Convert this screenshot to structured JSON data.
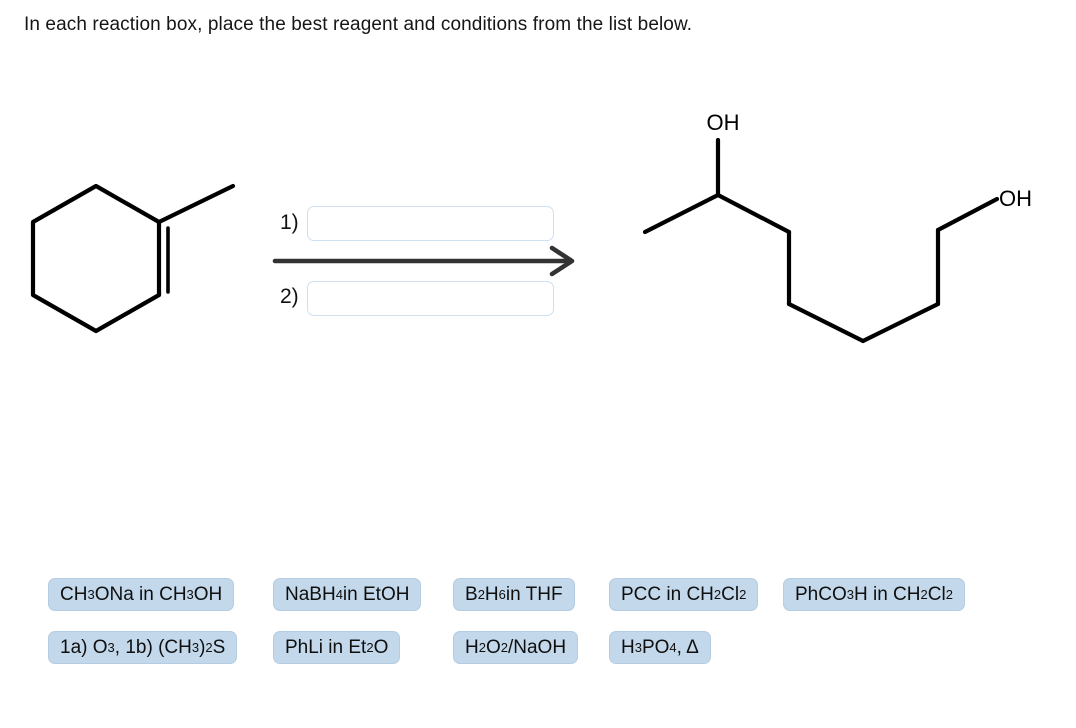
{
  "prompt": "In each reaction box, place the best reagent and conditions from the list below.",
  "reaction": {
    "step1_label": "1)",
    "step2_label": "2)",
    "step1_value": "",
    "step2_value": "",
    "arrow": "reaction-arrow-right",
    "reactant_name": "1-methylcyclohexene",
    "product_name": "heptane-1,6-diol",
    "labels": {
      "product_oh_left": "OH",
      "product_oh_right": "OH"
    }
  },
  "reagent_bank": {
    "rows": [
      [
        {
          "html": "CH<sub>3</sub>ONa in CH<sub>3</sub>OH",
          "name": "reagent-chip-ch3ona-ch3oh"
        },
        {
          "html": "NaBH<sub>4</sub> in EtOH",
          "name": "reagent-chip-nabh4-etoh"
        },
        {
          "html": "B<sub>2</sub>H<sub>6</sub> in THF",
          "name": "reagent-chip-b2h6-thf"
        },
        {
          "html": "PCC in CH<sub>2</sub>Cl<sub>2</sub>",
          "name": "reagent-chip-pcc-ch2cl2"
        },
        {
          "html": "PhCO<sub>3</sub>H in CH<sub>2</sub>Cl<sub>2</sub>",
          "name": "reagent-chip-phco3h-ch2cl2"
        }
      ],
      [
        {
          "html": "1a) O<sub>3</sub>, 1b) (CH<sub>3</sub>)<sub>2</sub>S",
          "name": "reagent-chip-ozonolysis"
        },
        {
          "html": "PhLi in Et<sub>2</sub>O",
          "name": "reagent-chip-phli-et2o"
        },
        {
          "html": "H<sub>2</sub>O<sub>2</sub>/NaOH",
          "name": "reagent-chip-h2o2-naoh"
        },
        {
          "html": "H<sub>3</sub>PO<sub>4</sub>, Δ",
          "name": "reagent-chip-h3po4-heat"
        }
      ]
    ]
  },
  "colors": {
    "chip_fill": "#c3d8ea",
    "chip_border": "#b5cde2",
    "box_border": "#cfe0f0",
    "structure_stroke": "#000000",
    "arrow": "#333333"
  }
}
